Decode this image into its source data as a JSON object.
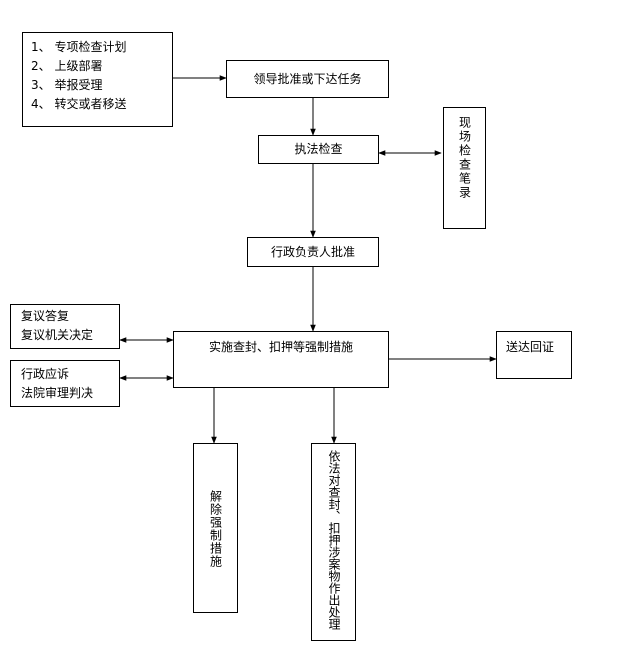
{
  "sources": {
    "items": [
      "1、 专项检查计划",
      "2、 上级部署",
      "3、 举报受理",
      "4、 转交或者移送"
    ]
  },
  "steps": {
    "approve": "领导批准或下达任务",
    "inspect": "执法检查",
    "record": "现场检查笔录",
    "admin_approve": "行政负责人批准",
    "measures": "实施查封、扣押等强制措施",
    "deliver": "送达回证",
    "release": "解除强制措施",
    "dispose": "依法对查封、扣押涉案物作出处理"
  },
  "remedies": {
    "review": [
      "复议答复",
      "复议机关决定"
    ],
    "litigation": [
      "行政应诉",
      "法院审理判决"
    ]
  }
}
